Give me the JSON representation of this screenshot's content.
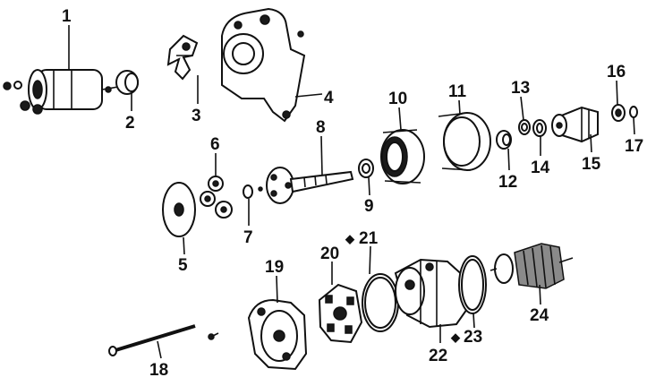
{
  "parts": [
    {
      "id": "1",
      "label": "1",
      "marked": false
    },
    {
      "id": "2",
      "label": "2",
      "marked": false
    },
    {
      "id": "3",
      "label": "3",
      "marked": false
    },
    {
      "id": "4",
      "label": "4",
      "marked": false
    },
    {
      "id": "5",
      "label": "5",
      "marked": false
    },
    {
      "id": "6",
      "label": "6",
      "marked": false
    },
    {
      "id": "7",
      "label": "7",
      "marked": false
    },
    {
      "id": "8",
      "label": "8",
      "marked": false
    },
    {
      "id": "9",
      "label": "9",
      "marked": false
    },
    {
      "id": "10",
      "label": "10",
      "marked": false
    },
    {
      "id": "11",
      "label": "11",
      "marked": false
    },
    {
      "id": "12",
      "label": "12",
      "marked": false
    },
    {
      "id": "13",
      "label": "13",
      "marked": false
    },
    {
      "id": "14",
      "label": "14",
      "marked": false
    },
    {
      "id": "15",
      "label": "15",
      "marked": false
    },
    {
      "id": "16",
      "label": "16",
      "marked": false
    },
    {
      "id": "17",
      "label": "17",
      "marked": false
    },
    {
      "id": "18",
      "label": "18",
      "marked": false
    },
    {
      "id": "19",
      "label": "19",
      "marked": false
    },
    {
      "id": "20",
      "label": "20",
      "marked": false
    },
    {
      "id": "21",
      "label": "21",
      "marked": true
    },
    {
      "id": "22",
      "label": "22",
      "marked": false
    },
    {
      "id": "23",
      "label": "23",
      "marked": true
    },
    {
      "id": "24",
      "label": "24",
      "marked": false
    }
  ],
  "marker_symbol": "◆"
}
